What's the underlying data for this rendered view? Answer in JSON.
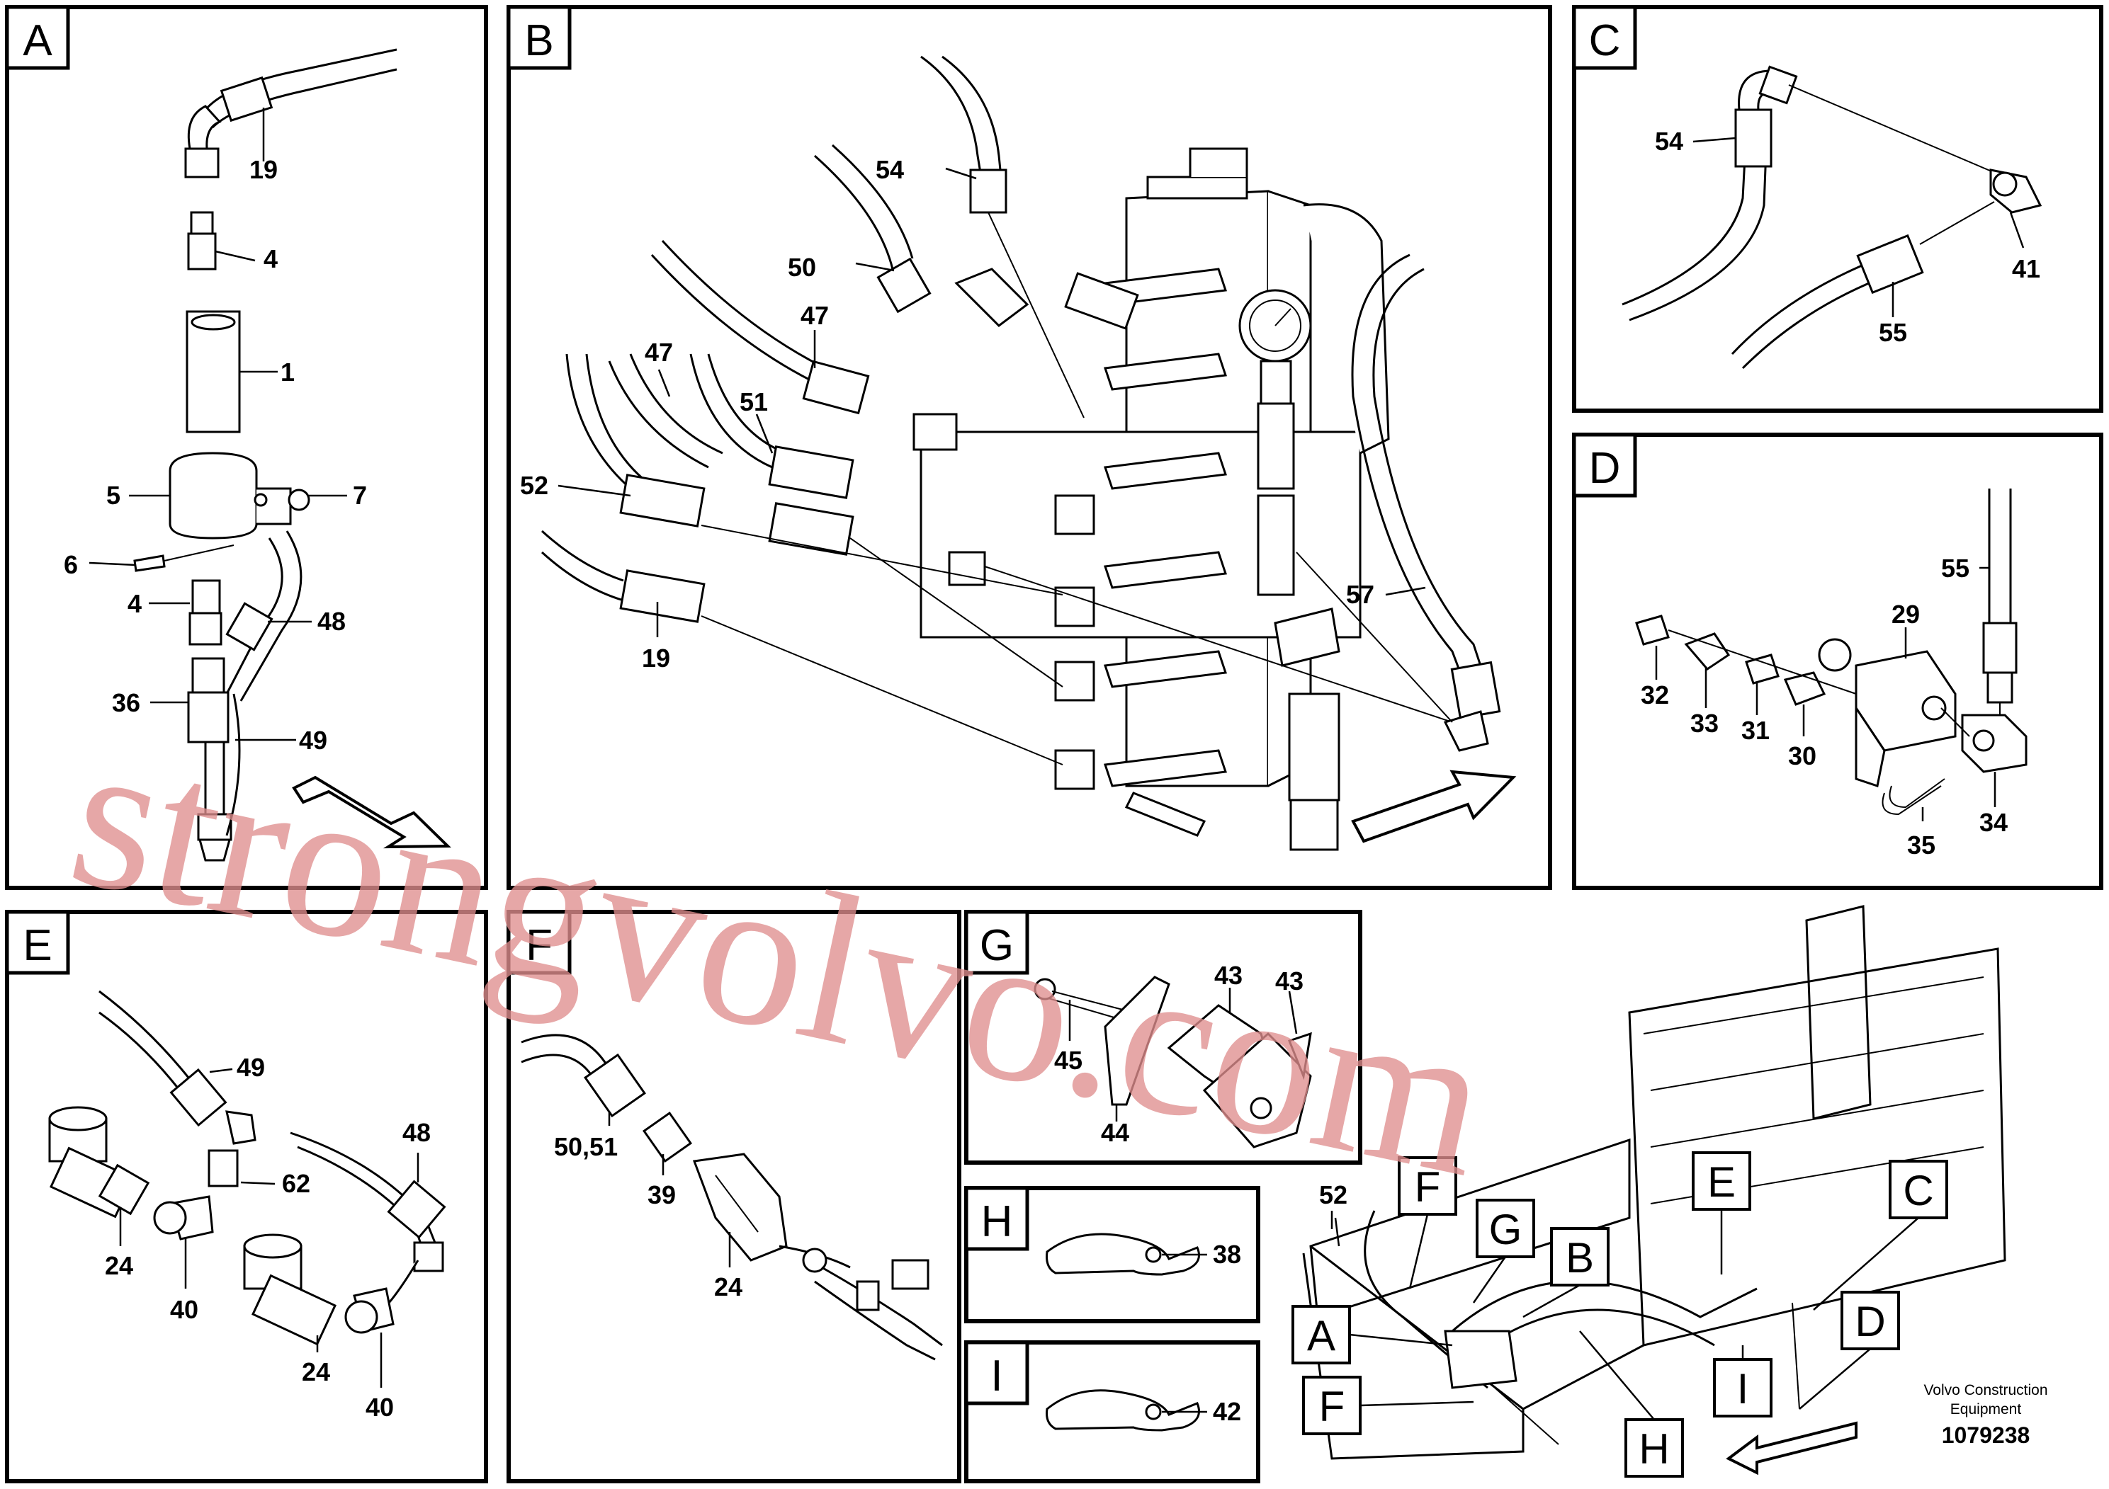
{
  "panels": [
    {
      "letter": "A",
      "parts": [
        "19",
        "4",
        "1",
        "5",
        "7",
        "6",
        "4",
        "48",
        "36",
        "49"
      ]
    },
    {
      "letter": "B",
      "parts": [
        "54",
        "50",
        "47",
        "47",
        "51",
        "52",
        "57",
        "19"
      ]
    },
    {
      "letter": "C",
      "parts": [
        "54",
        "41",
        "55"
      ]
    },
    {
      "letter": "D",
      "parts": [
        "55",
        "29",
        "32",
        "33",
        "31",
        "30",
        "34",
        "35"
      ]
    },
    {
      "letter": "E",
      "parts": [
        "49",
        "48",
        "62",
        "24",
        "40",
        "24",
        "40"
      ]
    },
    {
      "letter": "F",
      "parts": [
        "50,51",
        "39",
        "24"
      ]
    },
    {
      "letter": "G",
      "parts": [
        "43",
        "43",
        "45",
        "44"
      ]
    },
    {
      "letter": "H",
      "parts": [
        "38"
      ]
    },
    {
      "letter": "I",
      "parts": [
        "42"
      ]
    }
  ],
  "overview": {
    "tags": [
      "F",
      "G",
      "B",
      "E",
      "C",
      "A",
      "D",
      "F",
      "I",
      "H"
    ],
    "parts": [
      "52"
    ]
  },
  "footer": {
    "maker_line1": "Volvo Construction",
    "maker_line2": "Equipment",
    "doc_number": "1079238"
  },
  "watermark": "strongvolvo.com"
}
